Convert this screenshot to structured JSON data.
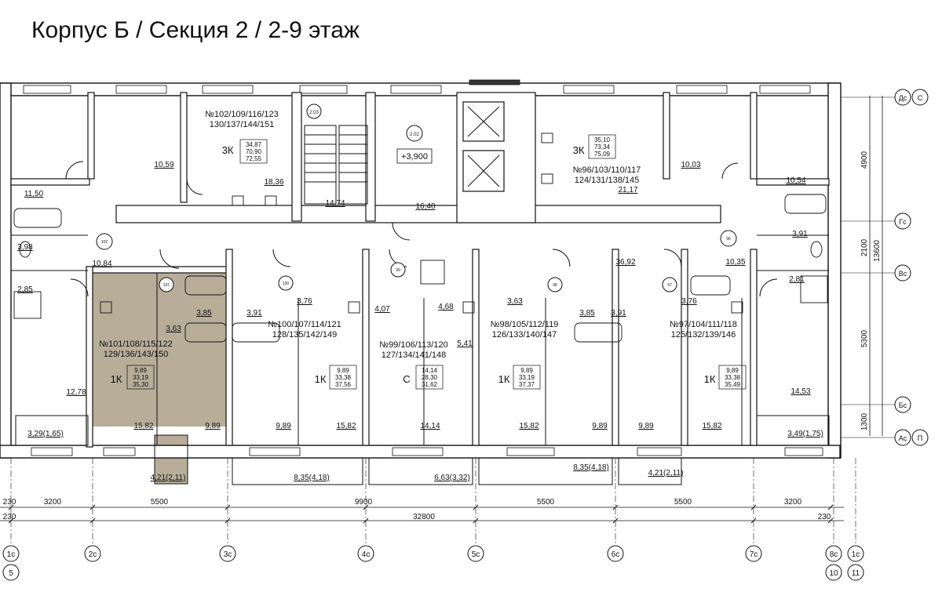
{
  "title": "Корпус Б / Секция 2 / 2-9 этаж",
  "apartments": [
    {
      "id": "a101",
      "numbers_line1": "№101/108/115/122",
      "numbers_line2": "129/136/143/150",
      "type": "1К",
      "areas": [
        "9,89",
        "33,19",
        "35,30"
      ],
      "highlighted": true
    },
    {
      "id": "a100",
      "numbers_line1": "№100/107/114/121",
      "numbers_line2": "128/135/142/149",
      "type": "1К",
      "areas": [
        "9,89",
        "33,38",
        "37,56"
      ]
    },
    {
      "id": "a99",
      "numbers_line1": "№99/106/113/120",
      "numbers_line2": "127/134/141/148",
      "type": "С",
      "areas": [
        "14,14",
        "28,30",
        "31,62"
      ]
    },
    {
      "id": "a98",
      "numbers_line1": "№98/105/112/119",
      "numbers_line2": "126/133/140/147",
      "type": "1К",
      "areas": [
        "9,89",
        "33,19",
        "37,37"
      ]
    },
    {
      "id": "a97",
      "numbers_line1": "№97/104/111/118",
      "numbers_line2": "125/132/139/146",
      "type": "1К",
      "areas": [
        "9,89",
        "33,38",
        "35,49"
      ]
    },
    {
      "id": "a102",
      "numbers_line1": "№102/109/116/123",
      "numbers_line2": "130/137/144/151",
      "type": "3К",
      "areas": [
        "34,87",
        "70,90",
        "72,55"
      ]
    },
    {
      "id": "a96",
      "numbers_line1": "№96/103/110/117",
      "numbers_line2": "124/131/138/145",
      "type": "3К",
      "areas": [
        "35,10",
        "73,34",
        "75,09"
      ]
    }
  ],
  "room_areas": [
    "10,59",
    "11,50",
    "3,98",
    "2,85",
    "10,84",
    "12,78",
    "3,29(1,65)",
    "3,63",
    "3,85",
    "15,82",
    "9,89",
    "4,21(2,11)",
    "18,36",
    "3,91",
    "3,76",
    "9,89",
    "15,82",
    "8,35(4,18)",
    "14,74",
    "16,40",
    "4,07",
    "4,68",
    "5,41",
    "14,14",
    "6,63(3,32)",
    "3,63",
    "3,85",
    "15,82",
    "9,89",
    "8,35(4,18)",
    "3,91",
    "36,92",
    "3,76",
    "9,89",
    "15,82",
    "4,21(2,11)",
    "21,17",
    "10,03",
    "10,54",
    "3,91",
    "10,35",
    "2,81",
    "14,53",
    "3,49(1,75)"
  ],
  "room_marks": [
    "2.03",
    "2.02",
    "102",
    "101",
    "100",
    "99",
    "98",
    "97",
    "96"
  ],
  "elevation": "+3,900",
  "dims_top": [
    "230",
    "3200",
    "5500",
    "9900",
    "5500",
    "5500",
    "3200"
  ],
  "dims_bottom": [
    "230",
    "32800",
    "230"
  ],
  "dims_right": [
    "4900",
    "2100",
    "5300",
    "1300",
    "13600"
  ],
  "axes_bottom": [
    "1с",
    "2с",
    "3с",
    "4с",
    "5с",
    "6с",
    "7с",
    "8с",
    "1с"
  ],
  "axes_bottom_sub": [
    "5",
    "10",
    "11"
  ],
  "axes_right": [
    [
      "Дс",
      "С"
    ],
    [
      "Гс"
    ],
    [
      "Вс"
    ],
    [
      "Бс"
    ],
    [
      "Ас",
      "П"
    ]
  ],
  "colors": {
    "highlight": "#b7ad99",
    "wall": "#ffffff",
    "line": "#111111"
  }
}
